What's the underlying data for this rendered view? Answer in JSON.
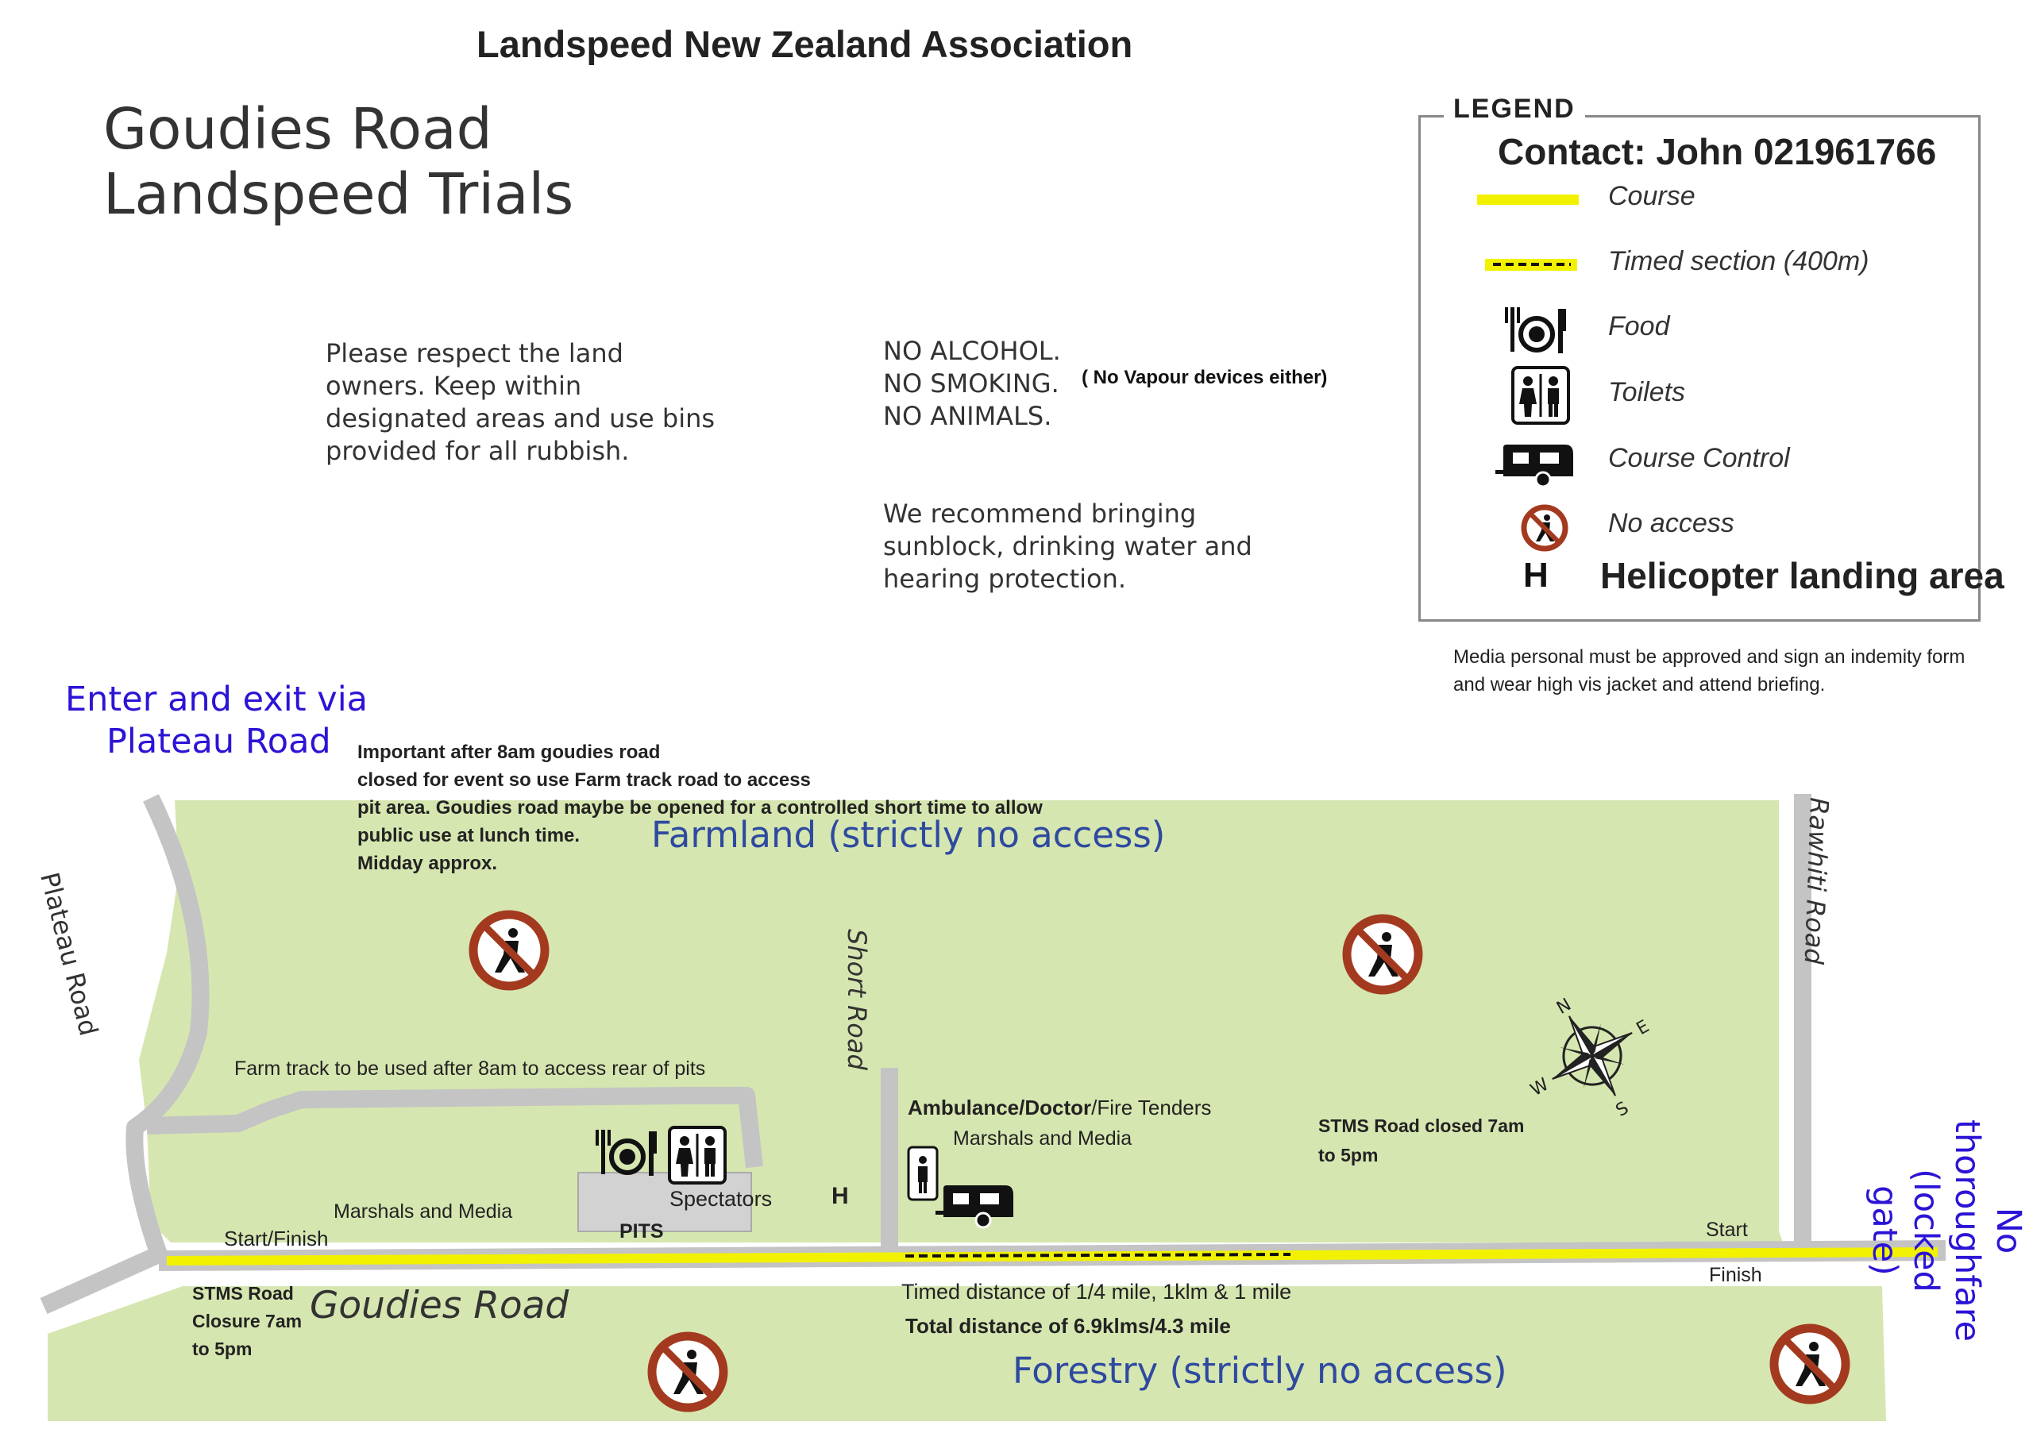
{
  "header": {
    "organisation": "Landspeed New Zealand Association",
    "event_title_line1": "Goudies Road",
    "event_title_line2": "Landspeed Trials"
  },
  "notices": {
    "respect": [
      "Please respect the  land",
      "owners.  Keep within",
      "designated areas and use bins",
      "provided for all rubbish."
    ],
    "rules": [
      "NO ALCOHOL.",
      "NO SMOKING.",
      "NO ANIMALS."
    ],
    "vapour": "( No Vapour devices either)",
    "recommend": [
      "We recommend bringing",
      "sunblock, drinking water and",
      "hearing protection."
    ]
  },
  "legend": {
    "title": "LEGEND",
    "contact": "Contact: John 021961766",
    "items": [
      {
        "label": "Course",
        "icon": "yellow-line-icon"
      },
      {
        "label": "Timed section (400m)",
        "icon": "dashed-yellow-line-icon"
      },
      {
        "label": "Food",
        "icon": "food-icon"
      },
      {
        "label": "Toilets",
        "icon": "toilets-icon"
      },
      {
        "label": "Course Control",
        "icon": "caravan-icon"
      },
      {
        "label": "No access",
        "icon": "no-access-icon"
      },
      {
        "label": "Helicopter landing area",
        "icon": "helicopter-h-icon"
      }
    ],
    "helicopter_symbol": "H"
  },
  "media_note": "Media personal must be approved and sign an indemity form\nand wear high vis jacket and attend briefing.",
  "map": {
    "enter_exit_line1": "Enter and exit via",
    "enter_exit_line2": "Plateau Road",
    "important_note": "Important after 8am goudies road\nclosed for event so use Farm track road to access\npit area. Goudies road maybe be opened  for a controlled short time to allow\npublic use at lunch time.\nMidday approx.",
    "farmland": "Farmland (strictly no access)",
    "forestry": "Forestry (strictly no access)",
    "roads": {
      "plateau": "Plateau Road",
      "short": "Short Road",
      "rawhiti": "Rawhiti Road",
      "goudies": "Goudies Road"
    },
    "farm_track": "Farm track to be used after 8am to access rear of pits",
    "ambulance_prefix": "Ambulance/Doctor",
    "ambulance_suffix": "/Fire Tenders",
    "marshals_media": "Marshals and Media",
    "spectators": "Spectators",
    "pits": "PITS",
    "helicopter_marker": "H",
    "start_finish": "Start/Finish",
    "start": "Start",
    "finish": "Finish",
    "stms_goudies": "STMS Road\nClosure 7am\nto 5pm",
    "stms_rawhiti": "STMS Road closed 7am\nto 5pm",
    "timed_distance": "Timed distance of 1/4 mile, 1klm & 1 mile",
    "total_distance": "Total distance of 6.9klms/4.3 mile",
    "no_thoroughfare": "No thoroughfare\n(locked gate)",
    "compass_letters": [
      "N",
      "E",
      "S",
      "W"
    ]
  },
  "colors": {
    "field_green": "#d6e6b0",
    "road_grey": "#c4c4c4",
    "course_yellow": "#f2f200",
    "route_blue": "#2b14d6",
    "no_access_red": "#a33a1f"
  }
}
